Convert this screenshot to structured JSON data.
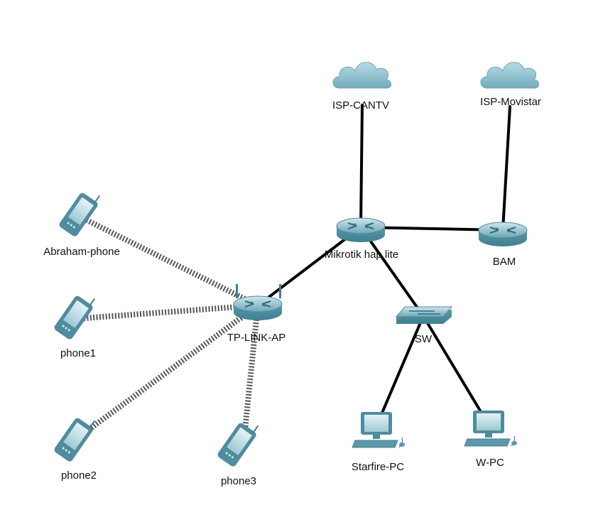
{
  "colors": {
    "device_fill": "#7fb3c2",
    "device_dark": "#3f7f92",
    "device_light": "#cfe6ec",
    "cloud_fill": "#8dc1d0",
    "wired_link": "#000000",
    "wireless_link": "#555555",
    "label_text": "#111111"
  },
  "nodes": {
    "isp_cantv": {
      "label": "ISP-CANTV",
      "kind": "cloud",
      "icon": "cloud-icon"
    },
    "isp_movistar": {
      "label": "ISP-Movistar",
      "kind": "cloud",
      "icon": "cloud-icon"
    },
    "mikrotik": {
      "label": "Mikrotik hap lite",
      "kind": "router",
      "icon": "router-icon"
    },
    "bam": {
      "label": "BAM",
      "kind": "router",
      "icon": "router-icon"
    },
    "tplink": {
      "label": "TP-LINK-AP",
      "kind": "wireless-router",
      "icon": "wireless-router-icon"
    },
    "sw": {
      "label": "SW",
      "kind": "switch",
      "icon": "switch-icon"
    },
    "starfire": {
      "label": "Starfire-PC",
      "kind": "pc",
      "icon": "pc-icon"
    },
    "wpc": {
      "label": "W-PC",
      "kind": "pc",
      "icon": "pc-icon"
    },
    "abraham": {
      "label": "Abraham-phone",
      "kind": "phone",
      "icon": "phone-icon"
    },
    "phone1": {
      "label": "phone1",
      "kind": "phone",
      "icon": "phone-icon"
    },
    "phone2": {
      "label": "phone2",
      "kind": "phone",
      "icon": "phone-icon"
    },
    "phone3": {
      "label": "phone3",
      "kind": "phone",
      "icon": "phone-icon"
    }
  },
  "links": [
    {
      "from": "isp_cantv",
      "to": "mikrotik",
      "type": "wired"
    },
    {
      "from": "isp_movistar",
      "to": "bam",
      "type": "wired"
    },
    {
      "from": "mikrotik",
      "to": "bam",
      "type": "wired"
    },
    {
      "from": "mikrotik",
      "to": "tplink",
      "type": "wired"
    },
    {
      "from": "mikrotik",
      "to": "sw",
      "type": "wired"
    },
    {
      "from": "sw",
      "to": "starfire",
      "type": "wired"
    },
    {
      "from": "sw",
      "to": "wpc",
      "type": "wired"
    },
    {
      "from": "abraham",
      "to": "tplink",
      "type": "wireless"
    },
    {
      "from": "phone1",
      "to": "tplink",
      "type": "wireless"
    },
    {
      "from": "phone2",
      "to": "tplink",
      "type": "wireless"
    },
    {
      "from": "phone3",
      "to": "tplink",
      "type": "wireless"
    }
  ]
}
